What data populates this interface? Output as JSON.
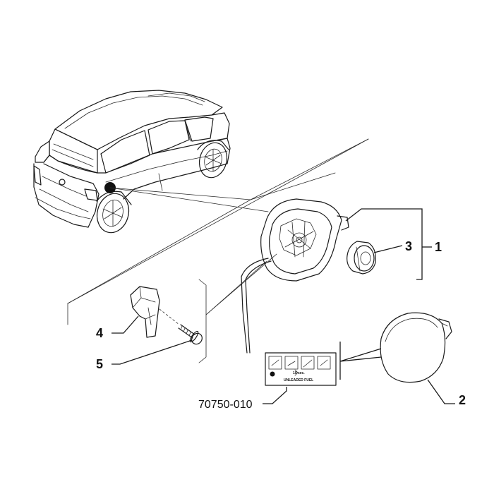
{
  "callouts": {
    "c1": "1",
    "c2": "2",
    "c3": "3",
    "c4": "4",
    "c5": "5"
  },
  "part_number": "70750-010",
  "fuel_label": {
    "text": "UNLEADED FUEL",
    "timer": "10 sec."
  }
}
